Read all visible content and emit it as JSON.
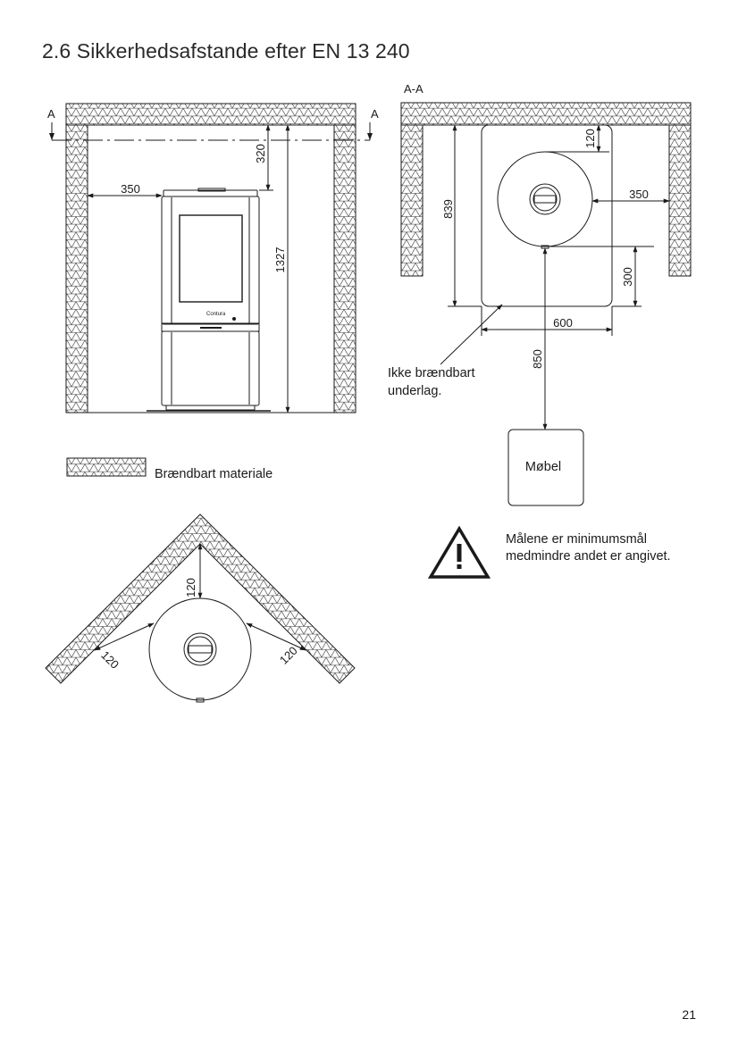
{
  "title": "2.6 Sikkerhedsafstande efter EN 13 240",
  "front_view": {
    "section_mark_left": "A",
    "section_mark_right": "A",
    "dim_side": "350",
    "dim_top": "320",
    "dim_height": "1327",
    "brand": "Contura"
  },
  "section_view": {
    "heading": "A-A",
    "dim_back": "120",
    "dim_side": "350",
    "dim_depth": "839",
    "dim_front": "300",
    "dim_width": "600",
    "dim_furniture": "850",
    "floor_label_line1": "Ikke brændbart",
    "floor_label_line2": "underlag.",
    "furniture_label": "Møbel"
  },
  "legend": {
    "label": "Brændbart materiale"
  },
  "corner_view": {
    "dim_back": "120",
    "dim_left": "120",
    "dim_right": "120"
  },
  "warning": {
    "icon": "warning-triangle-icon",
    "line1": "Målene er minimumsmål",
    "line2": "medmindre andet er angivet."
  },
  "page_number": "21",
  "colors": {
    "line": "#1a1a1a",
    "hatch": "#333333",
    "background": "#ffffff"
  }
}
